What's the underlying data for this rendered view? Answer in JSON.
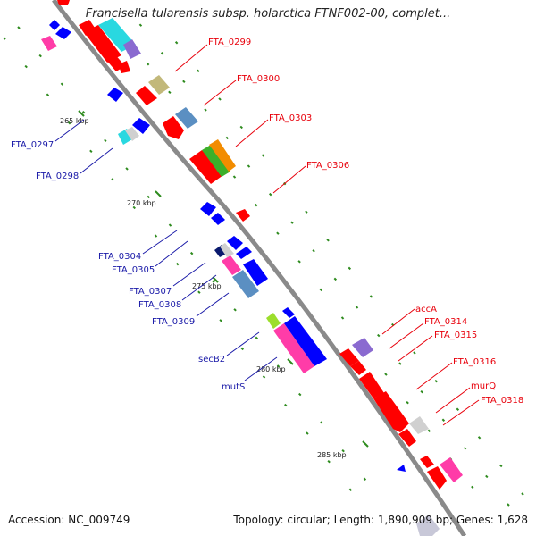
{
  "title": "Francisella tularensis subsp. holarctica FTNF002-00, complet...",
  "footer": {
    "accession": "Accession: NC_009749",
    "topology": "Topology: circular; Length: 1,890,909 bp; Genes: 1,628"
  },
  "ticks": [
    "265 kbp",
    "270 kbp",
    "275 kbp",
    "280 kbp",
    "285 kbp"
  ],
  "gene_labels_outer": [
    "FTA_0299",
    "FTA_0300",
    "FTA_0303",
    "FTA_0306",
    "accA",
    "FTA_0314",
    "FTA_0315",
    "FTA_0316",
    "murQ",
    "FTA_0318"
  ],
  "gene_labels_inner": [
    "FTA_0297",
    "FTA_0298",
    "FTA_0304",
    "FTA_0305",
    "FTA_0307",
    "FTA_0308",
    "FTA_0309",
    "secB2",
    "mutS"
  ],
  "colors": {
    "backbone": "#8a8a8a",
    "tick_marks": "#2e8b1e",
    "outer_label": "#e8000b",
    "inner_label": "#1a1aa8",
    "forward_gene": "#ff0000",
    "reverse_gene": "#0000ff",
    "khaki": "#c2b87a",
    "steelblue": "#5b8fc2",
    "green": "#3cb02a",
    "orange": "#f28c00",
    "magenta": "#ff3ca8",
    "lime": "#9cde2c",
    "cyan": "#29d8e0",
    "purple": "#8a6ad0",
    "navy": "#0a1a6e",
    "grey": "#d0d0d0"
  }
}
